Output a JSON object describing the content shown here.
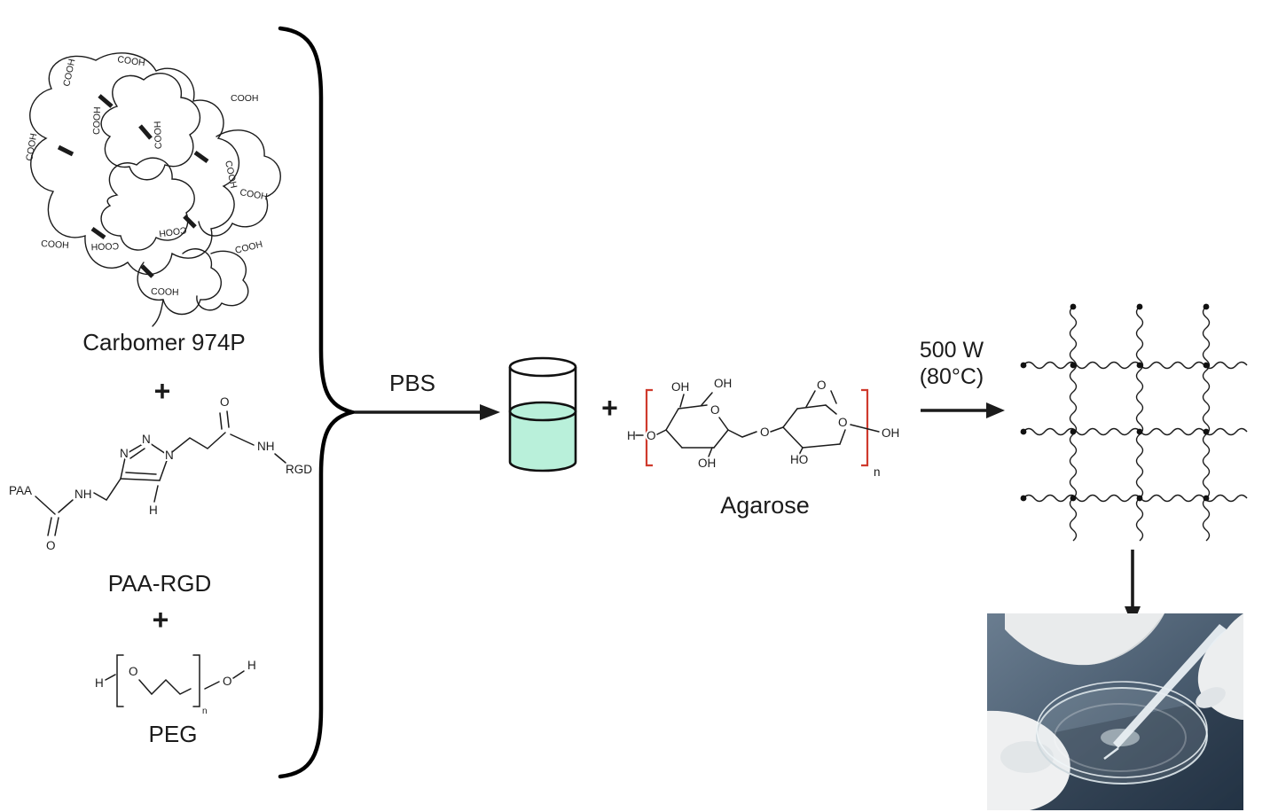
{
  "reactants": {
    "carbomer": {
      "name": "Carbomer 974P",
      "cooh_label": "COOH",
      "cooh_count": 13
    },
    "plus_1": "+",
    "paa_rgd": {
      "name": "PAA-RGD",
      "atoms": {
        "paa": "PAA",
        "o_carbonyl_left": "O",
        "nh_left": "NH",
        "n_ring_1": "N",
        "n_ring_2": "N",
        "n_ring_3": "N",
        "h_ring": "H",
        "o_carbonyl_right": "O",
        "nh_right": "NH",
        "rgd": "RGD"
      }
    },
    "plus_2": "+",
    "peg": {
      "name": "PEG",
      "subscript": "n",
      "atoms": {
        "h_left": "H",
        "o_left": "O",
        "o_right": "O",
        "h_right": "H"
      }
    }
  },
  "mixing": {
    "arrow_label": "PBS",
    "plus": "+",
    "beaker_liquid_color": "#b9f0da"
  },
  "agarose": {
    "name": "Agarose",
    "subscript": "n",
    "bracket_color": "#cf3a2d",
    "atoms": {
      "h_left": "H",
      "o_left": "O",
      "oh_top_left": "OH",
      "oh_top_mid": "OH",
      "ring_o_left": "O",
      "oh_bottom_left": "OH",
      "glycosidic_o": "O",
      "anhydro_o": "O",
      "ring_o_right": "O",
      "ho_bottom": "HO",
      "oh_right": "OH"
    }
  },
  "heating": {
    "power": "500 W",
    "temperature": "(80°C)"
  }
}
